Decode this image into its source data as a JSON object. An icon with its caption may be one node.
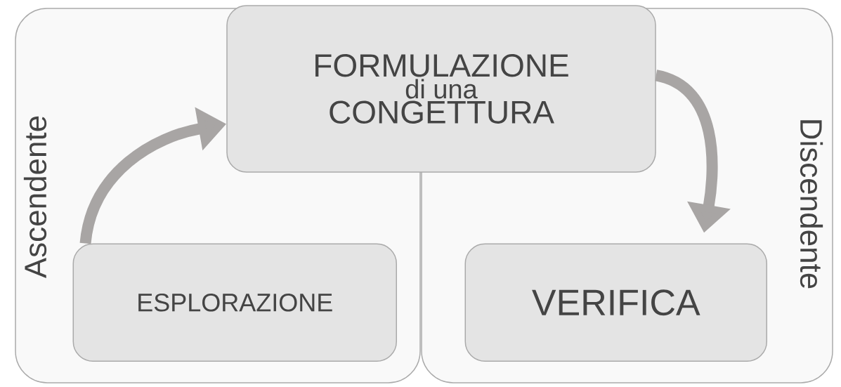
{
  "diagram": {
    "nodes": [
      {
        "text": [
          "Ascendente"
        ]
      },
      {
        "text": [
          "Discendente"
        ]
      },
      {
        "text": [
          "FORMULAZIONE",
          "di una",
          "CONGETTURA"
        ]
      },
      {
        "text": [
          "ESPLORAZIONE"
        ],
        "in": 0
      },
      {
        "text": [
          "VERIFICA"
        ],
        "in": 1
      }
    ],
    "edges": [
      {
        "from": 3,
        "to": 2,
        "arrow": "to"
      },
      {
        "from": 2,
        "to": 4,
        "arrow": "to"
      }
    ]
  }
}
